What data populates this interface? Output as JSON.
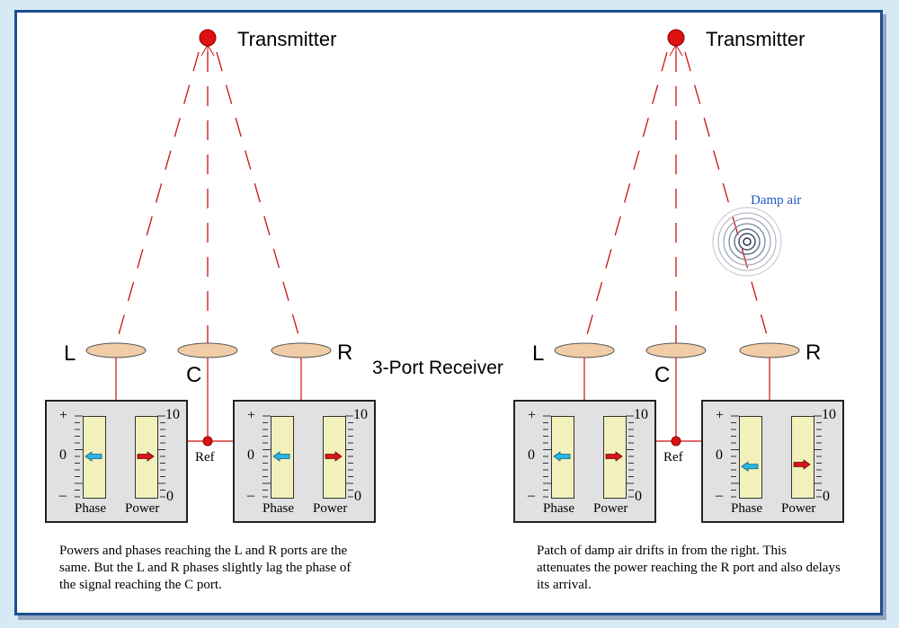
{
  "left_panel": {
    "transmitter_label": "Transmitter",
    "port_left": "L",
    "port_center": "C",
    "port_right": "R",
    "ref_label": "Ref",
    "left_box": {
      "phase_label": "Phase",
      "power_label": "Power",
      "plus": "+",
      "zero": "0",
      "minus": "–",
      "max": "10",
      "min": "0",
      "phase_value": 0,
      "power_value": 0.5
    },
    "right_box": {
      "phase_label": "Phase",
      "power_label": "Power",
      "plus": "+",
      "zero": "0",
      "minus": "–",
      "max": "10",
      "min": "0",
      "phase_value": 0,
      "power_value": 0.5
    },
    "caption": "Powers and phases reaching the L and R ports are the same. But the L and R phases slightly lag the phase of the signal reaching the C port."
  },
  "center_label": "3-Port Receiver",
  "right_panel": {
    "transmitter_label": "Transmitter",
    "damp_label": "Damp air",
    "port_left": "L",
    "port_center": "C",
    "port_right": "R",
    "ref_label": "Ref",
    "left_box": {
      "phase_label": "Phase",
      "power_label": "Power",
      "plus": "+",
      "zero": "0",
      "minus": "–",
      "max": "10",
      "min": "0",
      "phase_value": 0,
      "power_value": 0.5
    },
    "right_box": {
      "phase_label": "Phase",
      "power_label": "Power",
      "plus": "+",
      "zero": "0",
      "minus": "–",
      "max": "10",
      "min": "0",
      "phase_value": -0.25,
      "power_value": 0.4
    },
    "caption": "Patch of damp air drifts in from the right. This attenuates the power reaching the R port and also delays its arrival."
  },
  "colors": {
    "beam": "#cc1111",
    "frame": "#1c4f8f",
    "dish": "#f0cda6",
    "phase_arrow": "#29b6e3",
    "power_arrow": "#d41616",
    "damp": "#2356c9"
  }
}
